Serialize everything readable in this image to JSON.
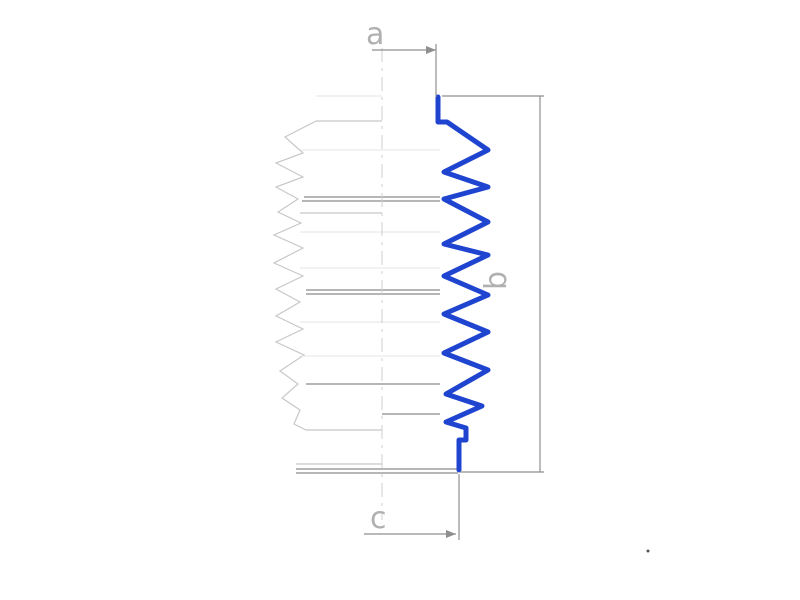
{
  "diagram": {
    "labels": {
      "a": "a",
      "b": "b",
      "c": "c"
    },
    "colors": {
      "profile": "#1f44d0",
      "outline": "#9a9a9a",
      "faint": "#d4d4d4",
      "dimension": "#8f8f8f",
      "text": "#b0b0b0",
      "background": "#ffffff"
    }
  }
}
